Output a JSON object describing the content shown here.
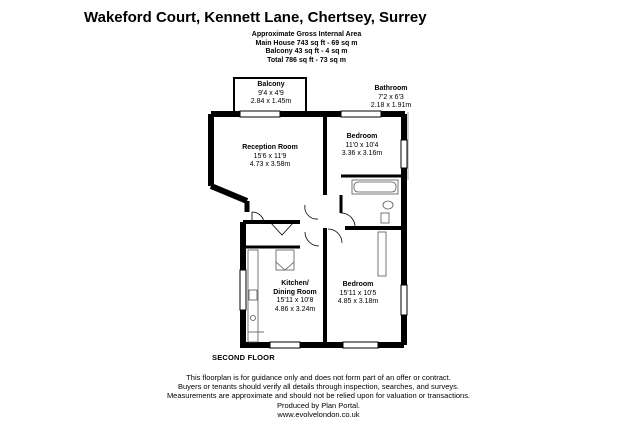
{
  "title": "Wakeford Court, Kennett Lane, Chertsey, Surrey",
  "area_summary": [
    "Approximate Gross Internal Area",
    "Main House 743 sq ft - 69 sq m",
    "Balcony 43 sq ft - 4 sq m",
    "Total 786 sq ft - 73 sq m"
  ],
  "rooms": {
    "balcony": {
      "name": "Balcony",
      "imperial": "9'4 x 4'9",
      "metric": "2.84 x 1.45m"
    },
    "bathroom": {
      "name": "Bathroom",
      "imperial": "7'2 x 6'3",
      "metric": "2.18 x 1.91m"
    },
    "reception": {
      "name": "Reception Room",
      "imperial": "15'6 x 11'9",
      "metric": "4.73 x 3.58m"
    },
    "bedroom1": {
      "name": "Bedroom",
      "imperial": "11'0 x 10'4",
      "metric": "3.36 x 3.16m"
    },
    "kitchen": {
      "name1": "Kitchen/",
      "name2": "Dining Room",
      "imperial": "15'11 x 10'8",
      "metric": "4.86 x 3.24m"
    },
    "bedroom2": {
      "name": "Bedroom",
      "imperial": "15'11 x 10'5",
      "metric": "4.85 x 3.18m"
    }
  },
  "floor_label": "SECOND FLOOR",
  "disclaimer": [
    "This floorplan is for guidance only and does not form part of an offer or contract.",
    "Buyers or tenants should verify all details through inspection, searches, and surveys.",
    "Measurements are approximate and should not be relied upon for valuation or transactions.",
    "Produced by Plan Portal.",
    "www.evolvelondon.co.uk"
  ],
  "colors": {
    "wall": "#000000",
    "window": "#ffffff",
    "fixture": "#555555"
  }
}
